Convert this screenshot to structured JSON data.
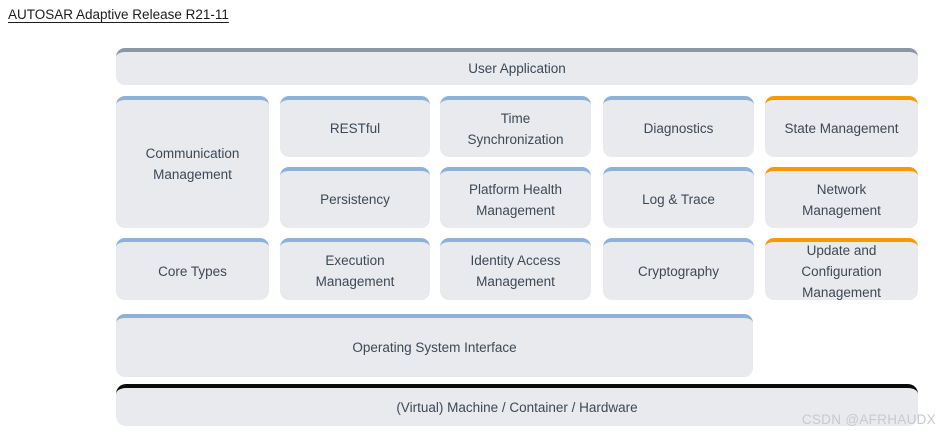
{
  "page": {
    "title": "AUTOSAR Adaptive Release R21-11",
    "watermark": "CSDN @AFRHAUDX"
  },
  "colors": {
    "accent_blue": "#8eb1d9",
    "accent_orange": "#f59a00",
    "accent_gray": "#8d97a3",
    "accent_black": "#0a0a0a",
    "block_background": "#e9eaee",
    "block_text": "#3d4856"
  },
  "diagram": {
    "user_application": {
      "label": "User Application",
      "accent": "gray"
    },
    "blocks": [
      {
        "label": "Communication Management",
        "accent": "blue"
      },
      {
        "label": "RESTful",
        "accent": "blue"
      },
      {
        "label": "Time Synchronization",
        "accent": "blue"
      },
      {
        "label": "Diagnostics",
        "accent": "blue"
      },
      {
        "label": "State Management",
        "accent": "orange"
      },
      {
        "label": "Persistency",
        "accent": "blue"
      },
      {
        "label": "Platform Health Management",
        "accent": "blue"
      },
      {
        "label": "Log & Trace",
        "accent": "blue"
      },
      {
        "label": "Network Management",
        "accent": "orange"
      },
      {
        "label": "Core Types",
        "accent": "blue"
      },
      {
        "label": "Execution Management",
        "accent": "blue"
      },
      {
        "label": "Identity Access Management",
        "accent": "blue"
      },
      {
        "label": "Cryptography",
        "accent": "blue"
      },
      {
        "label": "Update and Configuration Management",
        "accent": "orange"
      }
    ],
    "os_interface": {
      "label": "Operating System Interface",
      "accent": "blue"
    },
    "hardware": {
      "label": "(Virtual) Machine / Container / Hardware",
      "accent": "black"
    }
  }
}
